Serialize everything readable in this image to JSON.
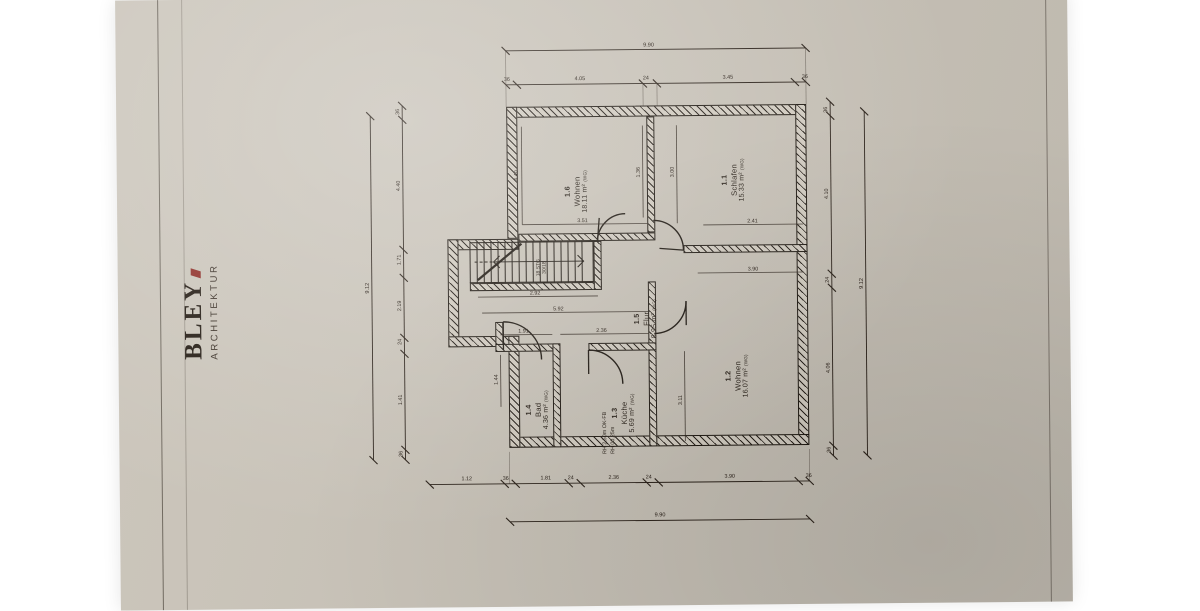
{
  "document": {
    "type": "architectural-floor-plan-photograph",
    "medium": "printed paper sheet photographed"
  },
  "titleblock": {
    "brand": "BLEY",
    "subtitle": "ARCHITEKTUR",
    "mark_color": "#8e2f28"
  },
  "colors": {
    "paper": "#c9c3b8",
    "ink": "#1d1710",
    "dimension_ink": "#2a2119",
    "accent": "#8e2f28"
  },
  "plan": {
    "unit": "m",
    "area_unit": "m²",
    "area_suffix": "(WG)",
    "rooms": [
      {
        "number": "1.6",
        "name": "Wohnen",
        "area": "18.11",
        "unit": "m²",
        "suffix": "(WG)"
      },
      {
        "number": "1.1",
        "name": "Schlafen",
        "area": "15.33",
        "unit": "m²",
        "suffix": "(WG)"
      },
      {
        "number": "1.2",
        "name": "Wohnen",
        "area": "16.07",
        "unit": "m²",
        "suffix": "(WG)"
      },
      {
        "number": "1.5",
        "name": "Flur",
        "area": "8.95",
        "unit": "m²",
        "suffix": "(WG)"
      },
      {
        "number": "1.4",
        "name": "Bad",
        "area": "4.36",
        "unit": "m²",
        "suffix": "(WG)"
      },
      {
        "number": "1.3",
        "name": "Küche",
        "area": "5.69",
        "unit": "m²",
        "suffix": "(WG)"
      }
    ],
    "stair": {
      "label": "18 STG",
      "label2": "30/18"
    },
    "note_line1": "RH 2,50m OK-FB",
    "note_line2": "RH 00,25m"
  },
  "dimensions": {
    "top_overall": "9.90",
    "top_chain": [
      "36",
      "4.05",
      "24",
      "3.45",
      "36"
    ],
    "bottom_overall": "9.90",
    "bottom_chain": [
      "1.12",
      "36",
      "1.81",
      "24",
      "2.36",
      "24",
      "3.90",
      "36"
    ],
    "left_overall": "9.12",
    "left_chain": [
      "36",
      "4.40",
      "1.71",
      "2.19",
      "24",
      "1.41",
      "36"
    ],
    "right_overall": "9.12",
    "right_chain": [
      "36",
      "4.10",
      "24",
      "4.06",
      "36"
    ],
    "interior": {
      "wohnen_top_width": "3.51",
      "wohnen_left_height": "4.40",
      "wall_seg_a": "1.36",
      "wall_seg_b": "3.00",
      "schlafen_bottom": "2.41",
      "wohnen2_right": "3.90",
      "wohnen2_height": "3.11",
      "stair_run": "2.92",
      "flur_width": "5.92",
      "bad_width": "1.91",
      "bad_height": "1.44",
      "kuche_width": "2.36",
      "thin_a": "24",
      "thin_b": "24"
    }
  }
}
